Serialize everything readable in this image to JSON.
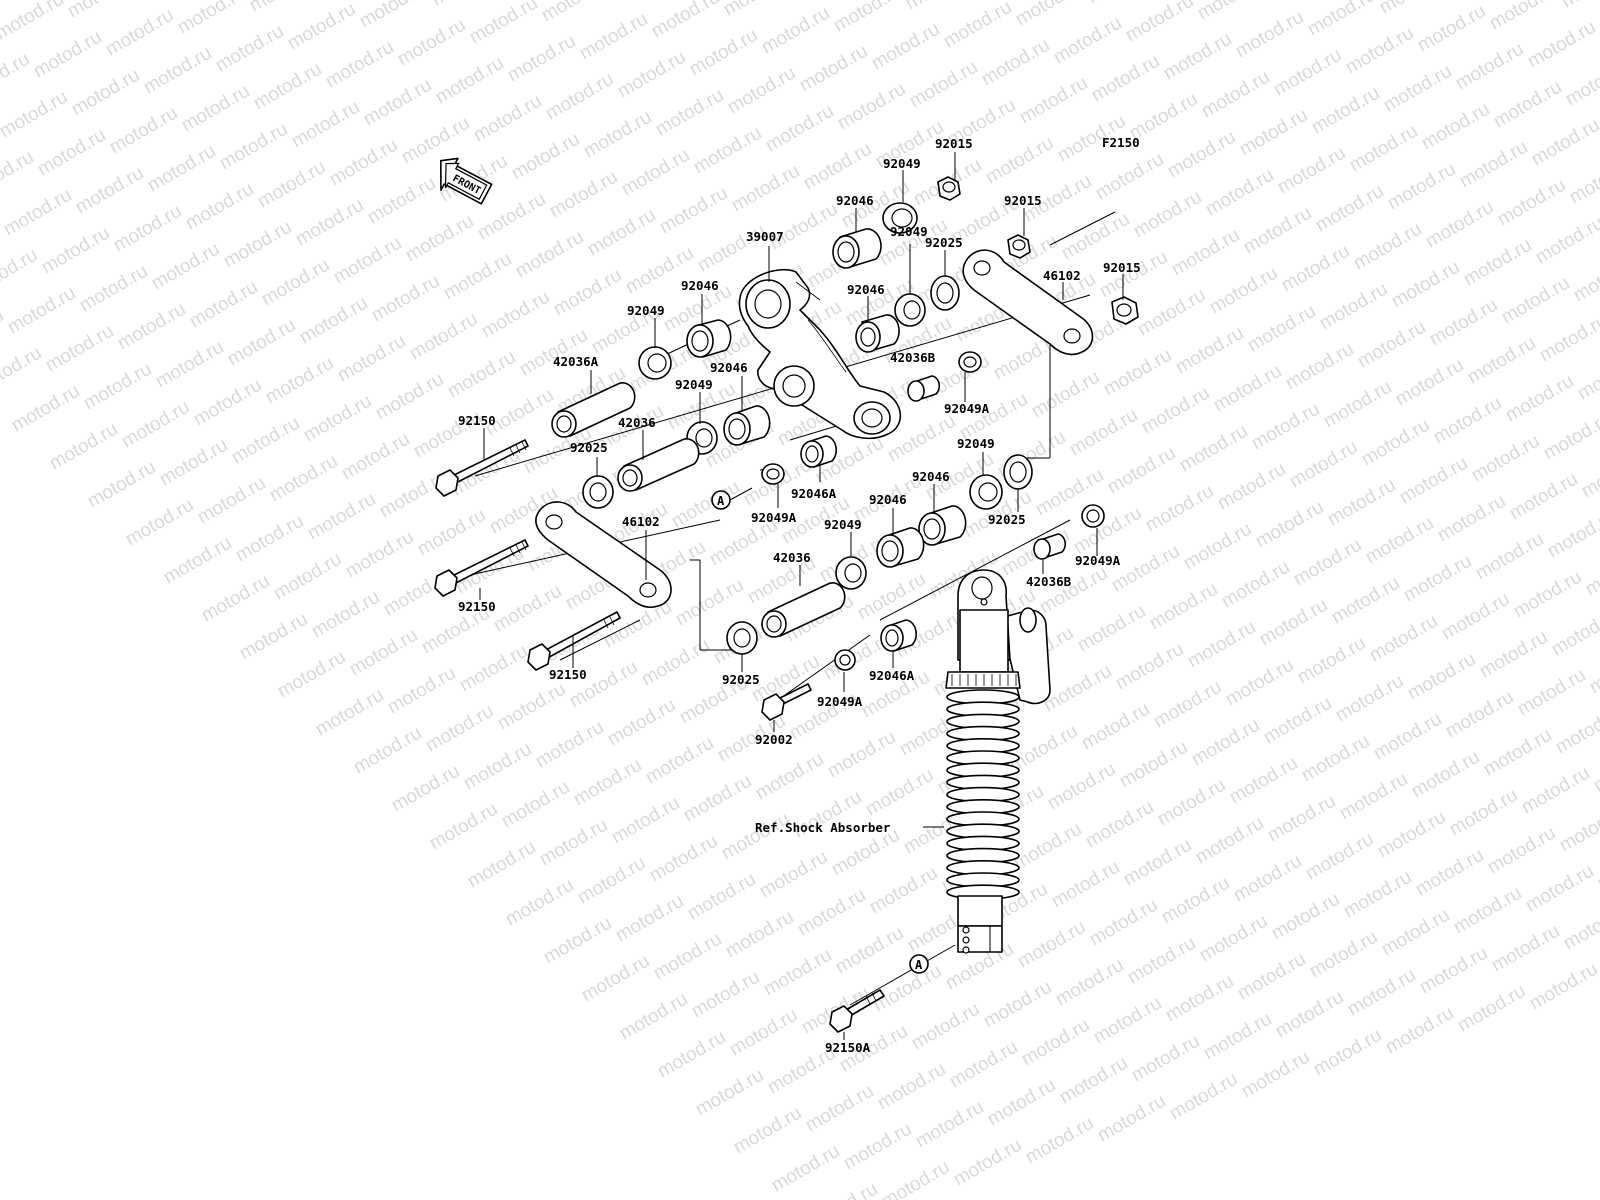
{
  "watermark": "motod.ru",
  "diagram_code": "F2150",
  "front_label": "FRONT",
  "ref_label": "Ref.Shock Absorber",
  "ref_marker": "A",
  "labels": {
    "p92015_a": "92015",
    "p92015_b": "92015",
    "p92015_c": "92015",
    "p92049_a": "92049",
    "p92049_b": "92049",
    "p92049_c": "92049",
    "p92049_d": "92049",
    "p92049_e": "92049",
    "p92049_f": "92049",
    "p92046_a": "92046",
    "p92046_b": "92046",
    "p92046_c": "92046",
    "p92046_d": "92046",
    "p92046_e": "92046",
    "p92046_f": "92046",
    "p92025_a": "92025",
    "p92025_b": "92025",
    "p92025_c": "92025",
    "p92025_d": "92025",
    "p39007": "39007",
    "p46102_a": "46102",
    "p46102_b": "46102",
    "p42036A": "42036A",
    "p42036B_a": "42036B",
    "p42036B_b": "42036B",
    "p42036_a": "42036",
    "p42036_b": "42036",
    "p92049A_a": "92049A",
    "p92049A_b": "92049A",
    "p92049A_c": "92049A",
    "p92049A_d": "92049A",
    "p92046A_a": "92046A",
    "p92046A_b": "92046A",
    "p92150_a": "92150",
    "p92150_b": "92150",
    "p92150_c": "92150",
    "p92150A": "92150A",
    "p92002": "92002"
  }
}
